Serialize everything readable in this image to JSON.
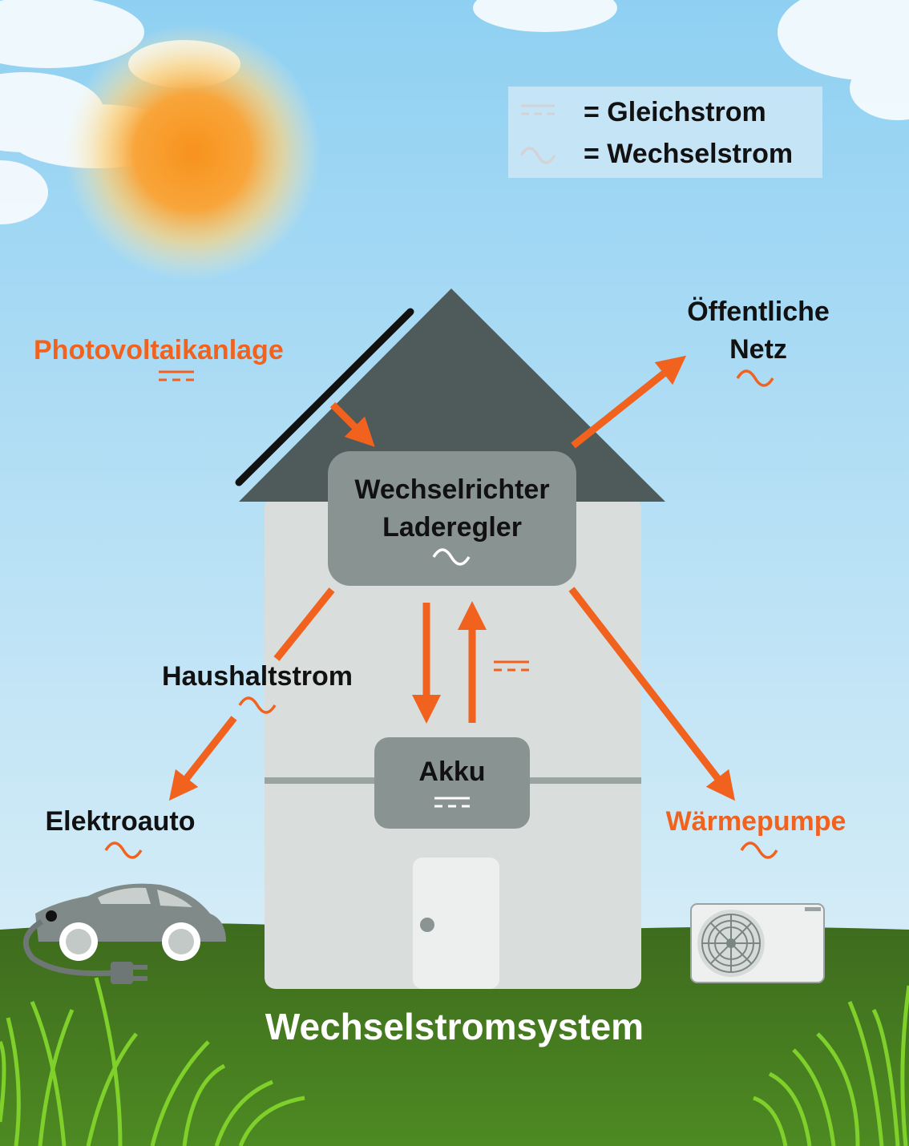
{
  "title": "Wechselstromsystem",
  "legend": {
    "dc_label": "= Gleichstrom",
    "ac_label": "= Wechselstrom"
  },
  "nodes": {
    "photovoltaik": "Photovoltaikanlage",
    "netz_line1": "Öffentliche",
    "netz_line2": "Netz",
    "inverter_line1": "Wechselrichter",
    "inverter_line2": "Laderegler",
    "haushalt": "Haushaltstrom",
    "akku": "Akku",
    "elektroauto": "Elektroauto",
    "waermepumpe": "Wärmepumpe"
  },
  "colors": {
    "accent_orange": "#f0621e",
    "roof": "#4f5a5b",
    "wall": "#d9dddb",
    "box": "#899492",
    "grass": "#3f6a1f",
    "sky_top": "#93d3f3"
  },
  "icons": [
    "sun-icon",
    "solar-panel-icon",
    "car-icon",
    "plug-icon",
    "heat-pump-icon",
    "dc-symbol-icon",
    "ac-symbol-icon"
  ]
}
